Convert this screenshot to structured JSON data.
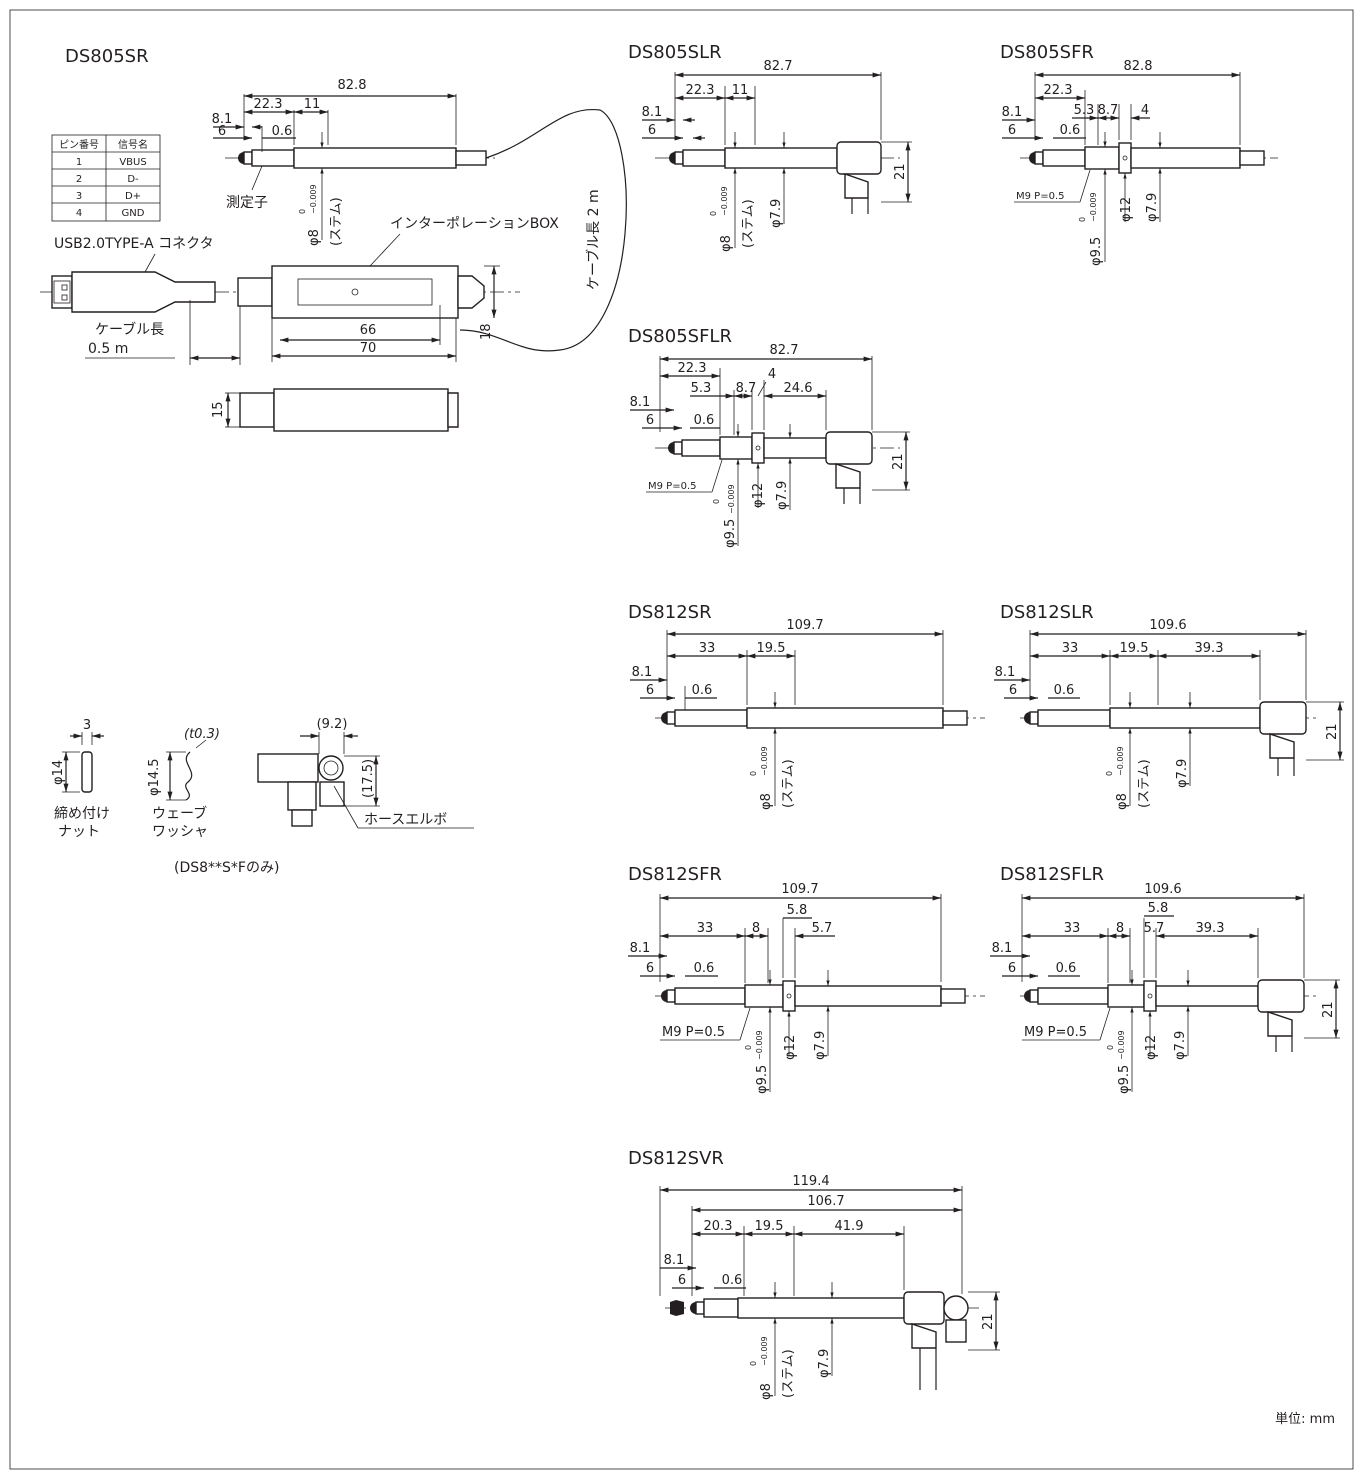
{
  "models": {
    "ds805sr": "DS805SR",
    "ds805slr": "DS805SLR",
    "ds805sfr": "DS805SFR",
    "ds805sflr": "DS805SFLR",
    "ds812sr": "DS812SR",
    "ds812slr": "DS812SLR",
    "ds812sfr": "DS812SFR",
    "ds812sflr": "DS812SFLR",
    "ds812svr": "DS812SVR"
  },
  "pin_table": {
    "headers": [
      "ピン番号",
      "信号名"
    ],
    "rows": [
      [
        "1",
        "VBUS"
      ],
      [
        "2",
        "D-"
      ],
      [
        "3",
        "D+"
      ],
      [
        "4",
        "GND"
      ]
    ]
  },
  "ds805sr": {
    "labels": {
      "probe": "測定子",
      "box": "インターポレーションBOX",
      "connector": "USB2.0TYPE-A コネクタ",
      "cable_short_1": "ケーブル長",
      "cable_short_2": "0.5 m",
      "cable_long": "ケーブル長 2 m",
      "stem_phi": "φ8",
      "tol_top": "0",
      "tol_bot": "−0.009",
      "stem": "(ステム)"
    },
    "dims": {
      "total": "82.8",
      "a": "22.3",
      "b": "11",
      "c": "8.1",
      "d": "6",
      "e": "0.6",
      "box_inner": "66",
      "box_outer": "70",
      "box_h": "18",
      "side_h": "15"
    }
  },
  "ds805slr": {
    "dims": {
      "total": "82.7",
      "a": "22.3",
      "b": "11",
      "c": "8.1",
      "d": "6",
      "h": "21"
    },
    "phi8": "φ8",
    "tol_top": "0",
    "tol_bot": "−0.009",
    "stem": "(ステム)",
    "phi79": "φ7.9"
  },
  "ds805sfr": {
    "dims": {
      "total": "82.8",
      "a": "22.3",
      "b": "5.3",
      "c": "8.7",
      "d": "4",
      "e": "8.1",
      "f": "6",
      "g": "0.6"
    },
    "thread": "M9 P=0.5",
    "phi95": "φ9.5",
    "tol_top": "0",
    "tol_bot": "−0.009",
    "phi12": "φ12",
    "phi79": "φ7.9"
  },
  "ds805sflr": {
    "dims": {
      "total": "82.7",
      "a": "22.3",
      "b": "5.3",
      "c": "8.7",
      "d": "4",
      "e": "24.6",
      "f": "8.1",
      "g": "6",
      "h": "0.6",
      "i": "21"
    },
    "thread": "M9 P=0.5",
    "phi95": "φ9.5",
    "tol": "−0.009",
    "tol_top": "0",
    "phi12": "φ12",
    "phi79": "φ7.9"
  },
  "ds812sr": {
    "dims": {
      "total": "109.7",
      "a": "33",
      "b": "19.5",
      "c": "8.1",
      "d": "6",
      "e": "0.6"
    },
    "phi8": "φ8",
    "tol_top": "0",
    "tol_bot": "−0.009",
    "stem": "(ステム)"
  },
  "ds812slr": {
    "dims": {
      "total": "109.6",
      "a": "33",
      "b": "19.5",
      "c": "39.3",
      "d": "8.1",
      "e": "6",
      "f": "0.6",
      "h": "21"
    },
    "phi8": "φ8",
    "tol_top": "0",
    "tol_bot": "−0.009",
    "stem": "(ステム)",
    "phi79": "φ7.9"
  },
  "ds812sfr": {
    "dims": {
      "total": "109.7",
      "a": "33",
      "b": "8",
      "c": "5.8",
      "d": "5.7",
      "e": "8.1",
      "f": "6",
      "g": "0.6"
    },
    "thread": "M9 P=0.5",
    "phi95": "φ9.5",
    "tol_top": "0",
    "tol_bot": "−0.009",
    "phi12": "φ12",
    "phi79": "φ7.9"
  },
  "ds812sflr": {
    "dims": {
      "total": "109.6",
      "a": "33",
      "b": "8",
      "c": "5.8",
      "d": "5.7",
      "e": "39.3",
      "f": "8.1",
      "g": "6",
      "h": "0.6",
      "i": "21"
    },
    "thread": "M9 P=0.5",
    "phi95": "φ9.5",
    "tol_top": "0",
    "tol_bot": "−0.009",
    "phi12": "φ12",
    "phi79": "φ7.9"
  },
  "ds812svr": {
    "dims": {
      "total": "119.4",
      "inner": "106.7",
      "a": "20.3",
      "b": "19.5",
      "c": "41.9",
      "d": "8.1",
      "e": "6",
      "f": "0.6",
      "h": "21"
    },
    "phi8": "φ8",
    "tol_top": "0",
    "tol_bot": "−0.009",
    "stem": "(ステム)",
    "phi79": "φ7.9"
  },
  "accessories": {
    "nut_w": "3",
    "nut_phi": "φ14",
    "nut_label_1": "締め付け",
    "nut_label_2": "ナット",
    "washer_t": "(t0.3)",
    "washer_phi": "φ14.5",
    "washer_label_1": "ウェーブ",
    "washer_label_2": "ワッシャ",
    "elbow_w": "(9.2)",
    "elbow_h": "(17.5)",
    "elbow_label": "ホースエルボ",
    "note": "(DS8**S*Fのみ)"
  },
  "unit": "単位: mm"
}
